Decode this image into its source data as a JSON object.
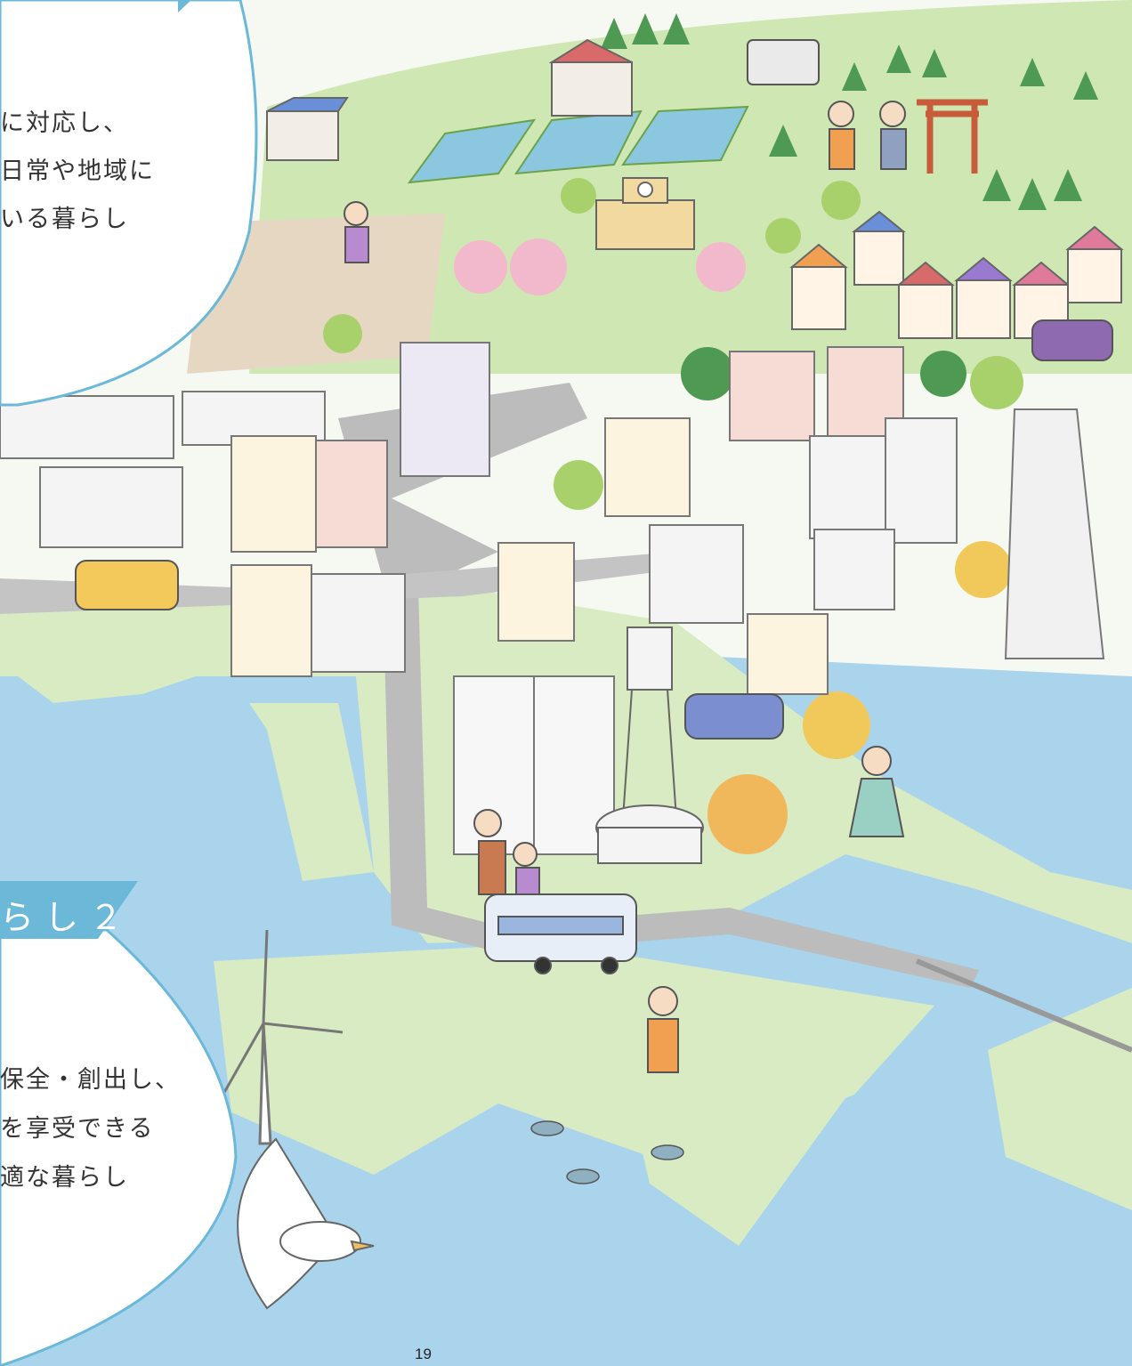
{
  "colors": {
    "bubble_outline": "#6bb8d9",
    "tab_fill": "#6bb8d9",
    "water": "#9fcfe8",
    "land": "#d9ecc4",
    "road": "#b9b9b9"
  },
  "bubble_top": {
    "lines": [
      "に対応し、",
      "日常や地域に",
      "いる暮らし"
    ]
  },
  "bubble_bottom": {
    "tab_label": "らし２",
    "lines": [
      "保全・創出し、",
      "を享受できる",
      "適な暮らし"
    ]
  },
  "page": {
    "number": "19"
  },
  "illustration": {
    "icons": [
      "seagull-icon",
      "wind-turbine-icon",
      "fish-icon",
      "tree-icon",
      "building-icon",
      "car-icon",
      "bus-icon",
      "lighthouse-tower-icon",
      "torii-gate-icon",
      "school-icon",
      "house-icon",
      "person-icon"
    ]
  }
}
